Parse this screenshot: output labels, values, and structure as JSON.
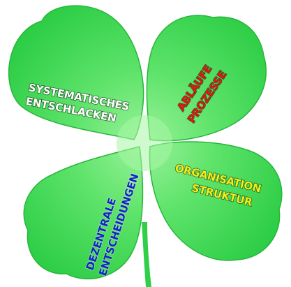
{
  "diagram": {
    "leaves": [
      {
        "id": "top-left",
        "lines": [
          "SYSTEMATISCHES",
          "ENTSCHLACKEN"
        ],
        "color": "#ffffff"
      },
      {
        "id": "top-right",
        "lines": [
          "ABLÄUFE",
          "PROZESSE"
        ],
        "color": "#e8140a"
      },
      {
        "id": "bottom-right",
        "lines": [
          "ORGANISATION",
          "STRUKTUR"
        ],
        "color": "#f2ee16"
      },
      {
        "id": "bottom-left",
        "lines": [
          "DEZENTRALE",
          "ENTSCHEIDUNGEN"
        ],
        "color": "#1622c8"
      }
    ],
    "colors": {
      "leaf_center": "#8ff08a",
      "leaf_edge": "#2fd04a",
      "leaf_outline": "#27b53c",
      "stem": "#2fcf48",
      "background": "#ffffff"
    }
  }
}
